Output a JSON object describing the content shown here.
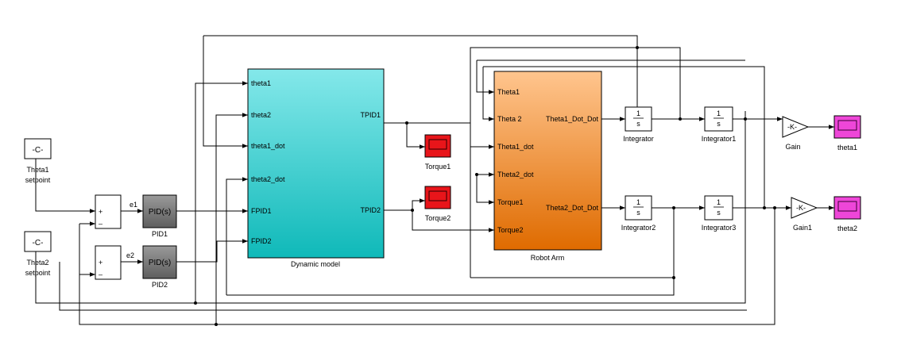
{
  "constants": {
    "theta1_value": "-C-",
    "theta1_name": [
      "Theta1",
      "setpoint"
    ],
    "theta2_value": "-C-",
    "theta2_name": [
      "Theta2",
      "setpoint"
    ]
  },
  "sums": {
    "plus": "+",
    "minus": "–"
  },
  "signals": {
    "e1": "e1",
    "e2": "e2"
  },
  "pid": {
    "pid1_body": "PID(s)",
    "pid1_name": "PID1",
    "pid2_body": "PID(s)",
    "pid2_name": "PID2"
  },
  "dynamic_model": {
    "name": "Dynamic model",
    "inputs": [
      "theta1",
      "theta2",
      "theta1_dot",
      "theta2_dot",
      "FPID1",
      "FPID2"
    ],
    "outputs": [
      "TPID1",
      "TPID2"
    ],
    "color_top": "#84e8ea",
    "color_bottom": "#0fb9b9"
  },
  "scopes": {
    "torque1": "Torque1",
    "torque2": "Torque2",
    "theta1": "theta1",
    "theta2": "theta2",
    "torque_color": "#e8151a",
    "theta_color": "#ee46d8"
  },
  "robot_arm": {
    "name": "Robot Arm",
    "inputs": [
      "Theta1",
      "Theta 2",
      "Theta1_dot",
      "Theta2_dot",
      "Torque1",
      "Torque2"
    ],
    "outputs": [
      "Theta1_Dot_Dot",
      "Theta2_Dot_Dot"
    ],
    "color_top": "#ffc58e",
    "color_bottom": "#df6b00"
  },
  "integrators": {
    "symbol_num": "1",
    "symbol_den": "s",
    "names": [
      "Integrator",
      "Integrator1",
      "Integrator2",
      "Integrator3"
    ]
  },
  "gains": {
    "symbol": "-K-",
    "names": [
      "Gain",
      "Gain1"
    ]
  }
}
